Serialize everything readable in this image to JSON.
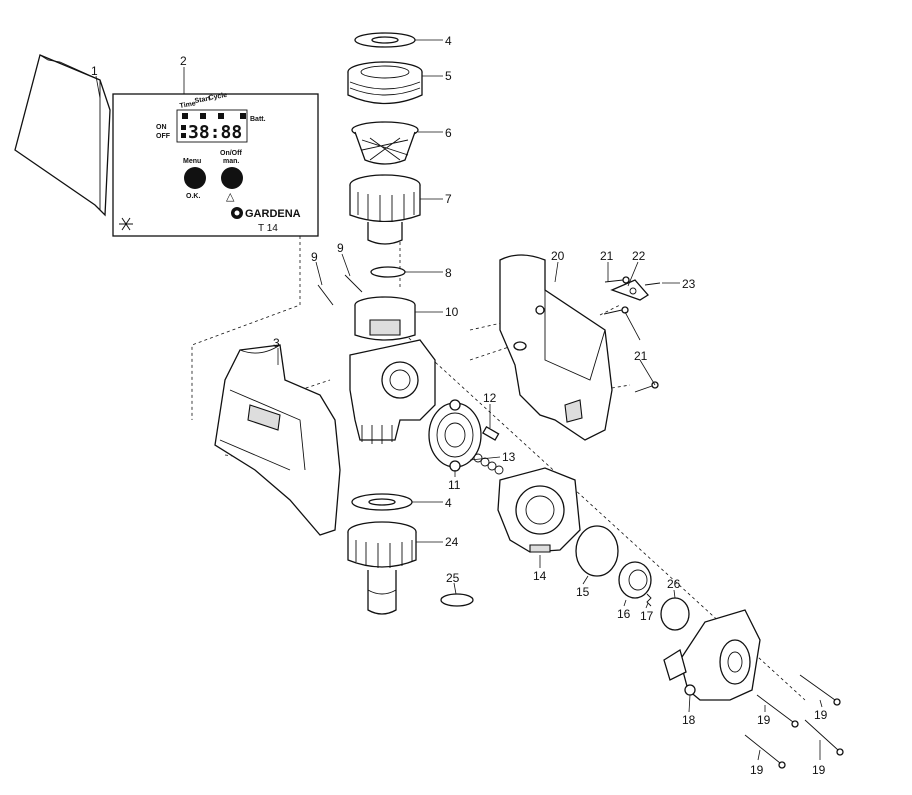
{
  "display": {
    "mode_labels": [
      "Time",
      "Start",
      "Cycle"
    ],
    "battery_label": "Batt.",
    "on_label": "ON",
    "off_label": "OFF",
    "time_digits": "38:88",
    "menu_label": "Menu",
    "ok_label": "O.K.",
    "onoff_label": "On/Off",
    "manual_label": "man.",
    "triangle_glyph": "△",
    "brand": "GARDENA",
    "model": "T 14",
    "frost_icon": "snowflake-icon"
  },
  "part_labels": [
    "1",
    "2",
    "3",
    "4",
    "5",
    "6",
    "7",
    "8",
    "9",
    "9",
    "10",
    "11",
    "12",
    "13",
    "4",
    "24",
    "25",
    "14",
    "15",
    "16",
    "17",
    "26",
    "18",
    "19",
    "19",
    "19",
    "19",
    "20",
    "21",
    "22",
    "23",
    "21"
  ]
}
